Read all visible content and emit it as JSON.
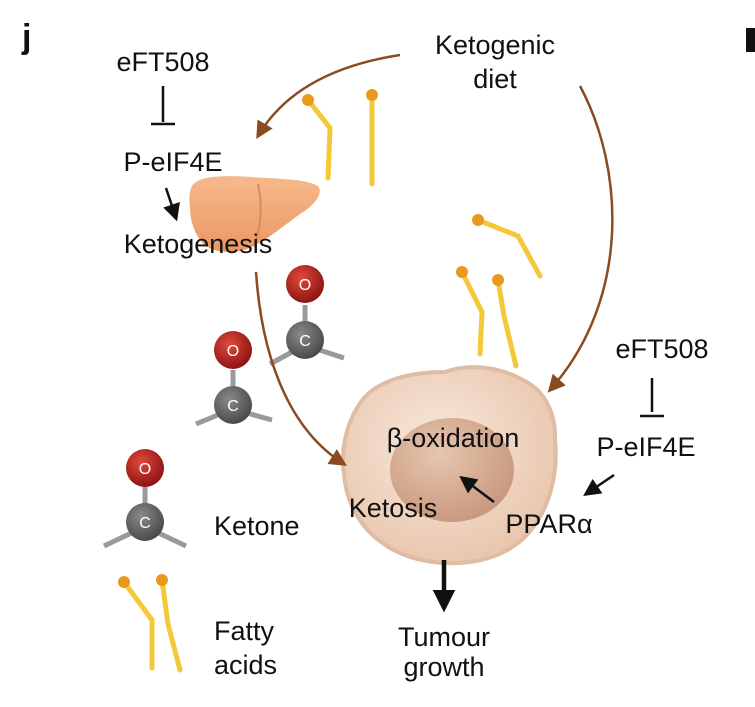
{
  "panel_label": "j",
  "labels": {
    "ketogenic_diet_line1": "Ketogenic",
    "ketogenic_diet_line2": "diet",
    "eft508_liver": "eFT508",
    "peif4e_liver": "P-eIF4E",
    "ketogenesis": "Ketogenesis",
    "eft508_tumour": "eFT508",
    "peif4e_tumour": "P-eIF4E",
    "beta_oxidation": "β-oxidation",
    "ketosis": "Ketosis",
    "ppar_alpha": "PPARα",
    "tumour_growth_line1": "Tumour",
    "tumour_growth_line2": "growth"
  },
  "legend": {
    "ketone": "Ketone",
    "fatty_acids_line1": "Fatty",
    "fatty_acids_line2": "acids"
  },
  "atoms": {
    "oxygen": "O",
    "carbon": "C"
  },
  "colors": {
    "diet_arrow": "#8b4a1f",
    "liver": "#f2a775",
    "fatty_acid": "#f5c83a",
    "fatty_acid_head": "#e89a1c",
    "oxygen": "#b3201c",
    "carbon": "#6b6b6b",
    "cell": "#f3dccb",
    "nucleus": "#d9b49b"
  }
}
